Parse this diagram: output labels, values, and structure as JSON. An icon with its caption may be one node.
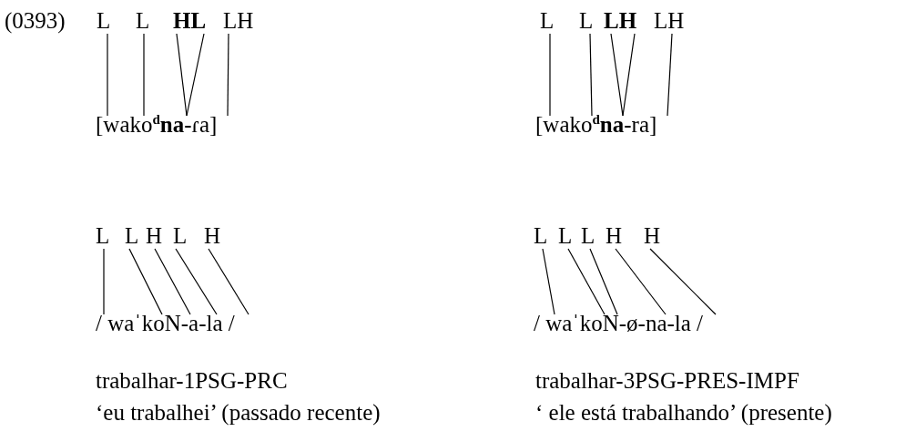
{
  "diagram": {
    "nodes": [
      {
        "text": [
          "L"
        ]
      },
      {
        "text": [
          "L"
        ]
      },
      {
        "text": [
          "HL"
        ]
      },
      {
        "text": [
          "LH"
        ]
      },
      {
        "text": [
          "[wako$^{d}$**na**-ɾa]"
        ]
      },
      {
        "text": [
          "L"
        ]
      },
      {
        "text": [
          "L"
        ]
      },
      {
        "text": [
          "LH"
        ]
      },
      {
        "text": [
          "LH"
        ]
      },
      {
        "text": [
          "[wako$^{d}$**na**-ra]"
        ]
      },
      {
        "text": [
          "L"
        ]
      },
      {
        "text": [
          "L"
        ]
      },
      {
        "text": [
          "H"
        ]
      },
      {
        "text": [
          "L"
        ]
      },
      {
        "text": [
          "H"
        ]
      },
      {
        "text": [
          "/ waˈkoN-a-la /"
        ]
      },
      {
        "text": [
          "L"
        ]
      },
      {
        "text": [
          "L"
        ]
      },
      {
        "text": [
          "L"
        ]
      },
      {
        "text": [
          "H"
        ]
      },
      {
        "text": [
          "H"
        ]
      },
      {
        "text": [
          "/ waˈkoN-ø-na-la /"
        ]
      }
    ],
    "edges": [
      {
        "from": 0,
        "to": 4,
        "arrow": "none"
      },
      {
        "from": 1,
        "to": 4,
        "arrow": "none"
      },
      {
        "from": 2,
        "to": 4,
        "arrow": "none"
      },
      {
        "from": 2,
        "to": 4,
        "arrow": "none"
      },
      {
        "from": 3,
        "to": 4,
        "arrow": "none"
      },
      {
        "from": 5,
        "to": 9,
        "arrow": "none"
      },
      {
        "from": 6,
        "to": 9,
        "arrow": "none"
      },
      {
        "from": 7,
        "to": 9,
        "arrow": "none"
      },
      {
        "from": 7,
        "to": 9,
        "arrow": "none"
      },
      {
        "from": 8,
        "to": 9,
        "arrow": "none"
      },
      {
        "from": 10,
        "to": 15,
        "arrow": "none"
      },
      {
        "from": 11,
        "to": 15,
        "arrow": "none"
      },
      {
        "from": 12,
        "to": 15,
        "arrow": "none"
      },
      {
        "from": 13,
        "to": 15,
        "arrow": "none"
      },
      {
        "from": 14,
        "to": 15,
        "arrow": "none"
      },
      {
        "from": 16,
        "to": 21,
        "arrow": "none"
      },
      {
        "from": 17,
        "to": 21,
        "arrow": "none"
      },
      {
        "from": 18,
        "to": 21,
        "arrow": "none"
      },
      {
        "from": 19,
        "to": 21,
        "arrow": "none"
      },
      {
        "from": 20,
        "to": 21,
        "arrow": "none"
      }
    ],
    "labels": [
      "(0393)",
      "trabalhar-1PSG-PRC",
      "trabalhar-3PSG-PRES-IMPF",
      "‘eu trabalhei’ (passado recente)",
      "‘ ele está trabalhando’ (presente)"
    ]
  }
}
